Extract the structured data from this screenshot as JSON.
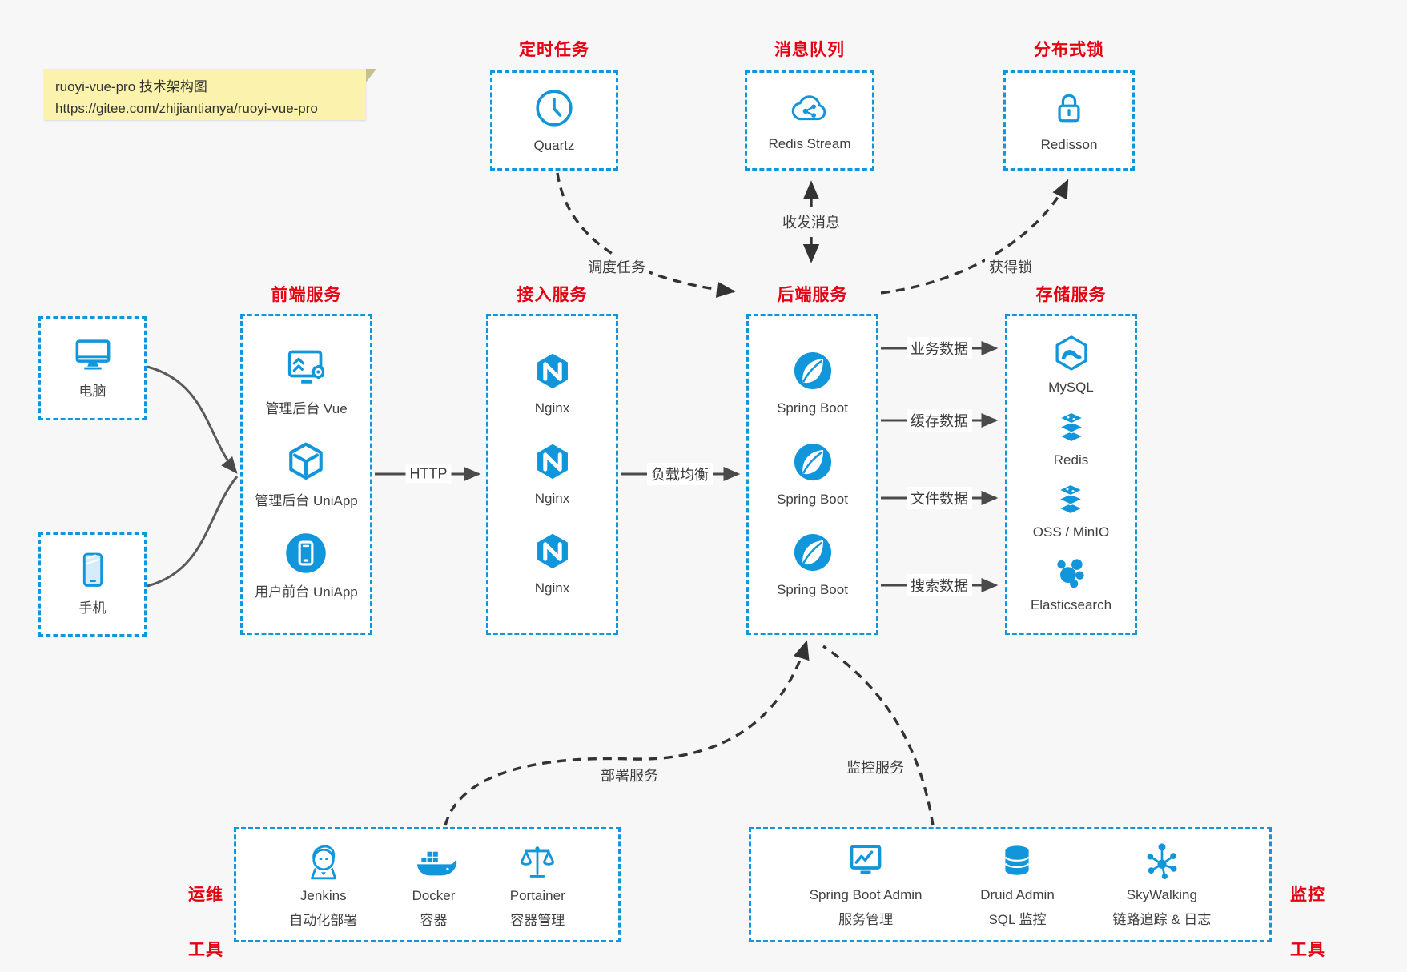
{
  "note": {
    "line1": "ruoyi-vue-pro 技术架构图",
    "line2": "https://gitee.com/zhijiantianya/ruoyi-vue-pro"
  },
  "top_services": [
    {
      "title": "定时任务",
      "label": "Quartz",
      "icon": "clock-icon"
    },
    {
      "title": "消息队列",
      "label": "Redis Stream",
      "icon": "message-cloud-icon"
    },
    {
      "title": "分布式锁",
      "label": "Redisson",
      "icon": "lock-icon"
    }
  ],
  "clients": [
    {
      "label": "电脑",
      "icon": "monitor-icon"
    },
    {
      "label": "手机",
      "icon": "smartphone-icon"
    }
  ],
  "columns": [
    {
      "title": "前端服务",
      "items": [
        {
          "label": "管理后台 Vue",
          "icon": "admin-vue-icon"
        },
        {
          "label": "管理后台 UniApp",
          "icon": "uniapp-cube-icon"
        },
        {
          "label": "用户前台 UniApp",
          "icon": "user-app-icon"
        }
      ]
    },
    {
      "title": "接入服务",
      "items": [
        {
          "label": "Nginx",
          "icon": "nginx-icon"
        },
        {
          "label": "Nginx",
          "icon": "nginx-icon"
        },
        {
          "label": "Nginx",
          "icon": "nginx-icon"
        }
      ]
    },
    {
      "title": "后端服务",
      "items": [
        {
          "label": "Spring Boot",
          "icon": "spring-boot-icon"
        },
        {
          "label": "Spring Boot",
          "icon": "spring-boot-icon"
        },
        {
          "label": "Spring Boot",
          "icon": "spring-boot-icon"
        }
      ]
    },
    {
      "title": "存储服务",
      "items": [
        {
          "label": "MySQL",
          "icon": "mysql-icon"
        },
        {
          "label": "Redis",
          "icon": "redis-icon"
        },
        {
          "label": "OSS / MinIO",
          "icon": "oss-minio-icon"
        },
        {
          "label": "Elasticsearch",
          "icon": "elasticsearch-icon"
        }
      ]
    }
  ],
  "bottom_groups": [
    {
      "side_lines": [
        "运维",
        "工具"
      ],
      "items": [
        {
          "name": "Jenkins",
          "sub": "自动化部署",
          "icon": "jenkins-icon"
        },
        {
          "name": "Docker",
          "sub": "容器",
          "icon": "docker-icon"
        },
        {
          "name": "Portainer",
          "sub": "容器管理",
          "icon": "portainer-icon"
        }
      ]
    },
    {
      "side_lines": [
        "监控",
        "工具"
      ],
      "items": [
        {
          "name": "Spring Boot Admin",
          "sub": "服务管理",
          "icon": "spring-boot-admin-icon"
        },
        {
          "name": "Druid Admin",
          "sub": "SQL 监控",
          "icon": "druid-icon"
        },
        {
          "name": "SkyWalking",
          "sub": "链路追踪 & 日志",
          "icon": "skywalking-icon"
        }
      ]
    }
  ],
  "edges": {
    "http": "HTTP",
    "load_balance": "负载均衡",
    "biz_data": "业务数据",
    "cache_data": "缓存数据",
    "file_data": "文件数据",
    "search_data": "搜索数据",
    "schedule": "调度任务",
    "message": "收发消息",
    "lock": "获得锁",
    "deploy": "部署服务",
    "monitor": "监控服务"
  },
  "colors": {
    "accent_blue": "#1296db",
    "title_red": "#e60012",
    "arrow_dark": "#4a4a4a",
    "dashed_arrow": "#333333",
    "note_bg": "#fbf3ad",
    "canvas_bg": "#f7f7f8"
  }
}
